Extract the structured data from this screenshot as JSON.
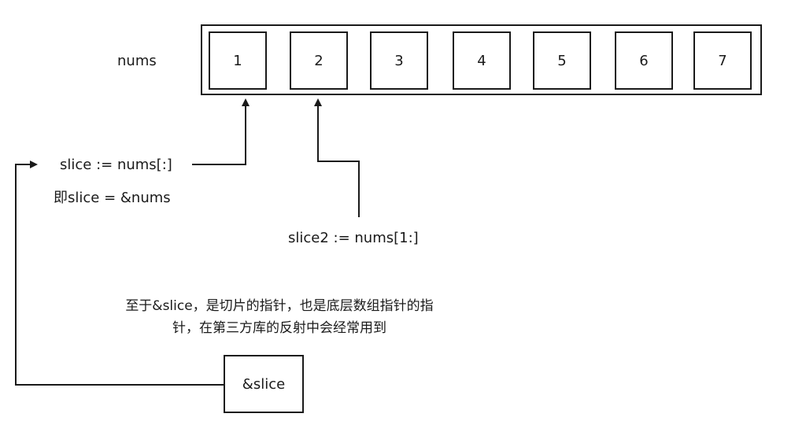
{
  "array": {
    "name": "nums",
    "cells": [
      "1",
      "2",
      "3",
      "4",
      "5",
      "6",
      "7"
    ]
  },
  "slice": {
    "decl": "slice := nums[:]",
    "equiv": "即slice = &nums"
  },
  "slice2": {
    "decl": "slice2 := nums[1:]"
  },
  "note": {
    "line1": "至于&slice，是切片的指针，也是底层数组指针的指",
    "line2": "针，在第三方库的反射中会经常用到"
  },
  "ref": {
    "label": "&slice"
  },
  "colors": {
    "stroke": "#1a1a1a",
    "background": "#ffffff"
  }
}
